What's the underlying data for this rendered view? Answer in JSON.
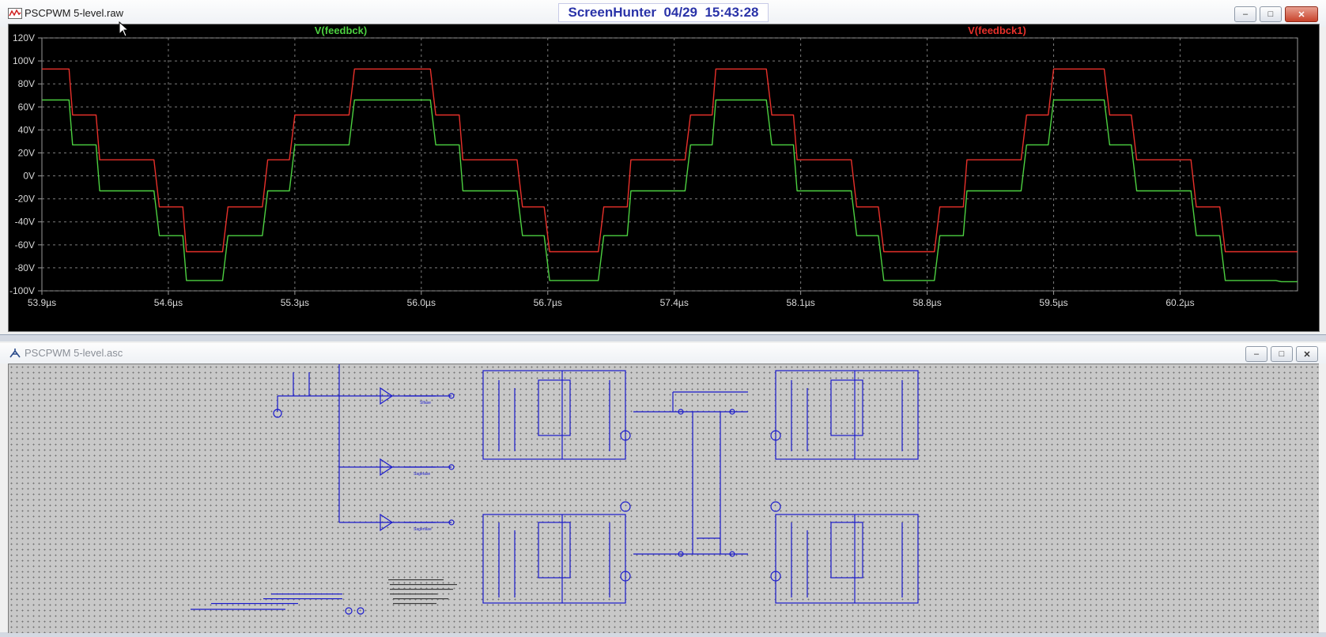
{
  "screen_stamp": {
    "app": "ScreenHunter",
    "date": "04/29",
    "time": "15:43:28"
  },
  "waveform_window": {
    "title": "PSCPWM 5-level.raw",
    "icon": "waveform-icon",
    "buttons": [
      "minimize-icon",
      "maximize-icon",
      "close-icon"
    ]
  },
  "schematic_window": {
    "title": "PSCPWM 5-level.asc",
    "icon": "schematic-icon",
    "buttons": [
      "minimize-icon",
      "maximize-icon",
      "close-icon"
    ],
    "net_labels": [
      "Slfase",
      "Sagefase",
      "Sagerfase"
    ]
  },
  "chart_data": {
    "type": "line",
    "title": "",
    "xlabel": "",
    "ylabel": "",
    "grid": true,
    "xlim": [
      53.9,
      60.85
    ],
    "ylim": [
      -100,
      120
    ],
    "x_ticks": [
      "53.9µs",
      "54.6µs",
      "55.3µs",
      "56.0µs",
      "56.7µs",
      "57.4µs",
      "58.1µs",
      "58.8µs",
      "59.5µs",
      "60.2µs"
    ],
    "x_tick_values": [
      53.9,
      54.6,
      55.3,
      56.0,
      56.7,
      57.4,
      58.1,
      58.8,
      59.5,
      60.2
    ],
    "y_ticks": [
      "120V",
      "100V",
      "80V",
      "60V",
      "40V",
      "20V",
      "0V",
      "-20V",
      "-40V",
      "-60V",
      "-80V",
      "-100V"
    ],
    "y_tick_values": [
      120,
      100,
      80,
      60,
      40,
      20,
      0,
      -20,
      -40,
      -60,
      -80,
      -100
    ],
    "series": [
      {
        "name": "V(feedbck)",
        "color": "#4cd040",
        "x": [
          53.9,
          54.05,
          54.07,
          54.2,
          54.22,
          54.52,
          54.55,
          54.68,
          54.7,
          54.9,
          54.93,
          55.12,
          55.15,
          55.27,
          55.3,
          55.6,
          55.63,
          55.76,
          55.78,
          56.05,
          56.08,
          56.21,
          56.23,
          56.53,
          56.56,
          56.68,
          56.71,
          56.98,
          57.01,
          57.14,
          57.16,
          57.46,
          57.49,
          57.61,
          57.63,
          57.91,
          57.94,
          58.06,
          58.08,
          58.38,
          58.41,
          58.53,
          58.56,
          58.84,
          58.87,
          59.0,
          59.02,
          59.32,
          59.35,
          59.47,
          59.5,
          59.78,
          59.81,
          59.93,
          59.96,
          60.26,
          60.29,
          60.42,
          60.45,
          60.73,
          60.76,
          60.85
        ],
        "y": [
          66,
          66,
          27,
          27,
          -13,
          -13,
          -52,
          -52,
          -91,
          -91,
          -52,
          -52,
          -13,
          -13,
          27,
          27,
          66,
          66,
          66,
          66,
          27,
          27,
          -13,
          -13,
          -52,
          -52,
          -91,
          -91,
          -52,
          -52,
          -13,
          -13,
          27,
          27,
          66,
          66,
          27,
          27,
          -13,
          -13,
          -52,
          -52,
          -91,
          -91,
          -52,
          -52,
          -13,
          -13,
          27,
          27,
          66,
          66,
          27,
          27,
          -13,
          -13,
          -52,
          -52,
          -91,
          -91,
          -92,
          -92
        ]
      },
      {
        "name": "V(feedbck1)",
        "color": "#e8302a",
        "x": [
          53.9,
          54.05,
          54.07,
          54.2,
          54.22,
          54.52,
          54.55,
          54.68,
          54.7,
          54.9,
          54.93,
          55.12,
          55.15,
          55.27,
          55.3,
          55.6,
          55.63,
          55.76,
          55.78,
          56.05,
          56.08,
          56.21,
          56.23,
          56.53,
          56.56,
          56.68,
          56.71,
          56.98,
          57.01,
          57.14,
          57.16,
          57.46,
          57.49,
          57.61,
          57.63,
          57.91,
          57.94,
          58.06,
          58.08,
          58.38,
          58.41,
          58.53,
          58.56,
          58.84,
          58.87,
          59.0,
          59.02,
          59.32,
          59.35,
          59.47,
          59.5,
          59.78,
          59.81,
          59.93,
          59.96,
          60.26,
          60.29,
          60.42,
          60.45,
          60.73,
          60.76,
          60.85
        ],
        "y": [
          93,
          93,
          53,
          53,
          14,
          14,
          -27,
          -27,
          -66,
          -66,
          -27,
          -27,
          14,
          14,
          53,
          53,
          93,
          93,
          93,
          93,
          53,
          53,
          14,
          14,
          -27,
          -27,
          -66,
          -66,
          -27,
          -27,
          14,
          14,
          53,
          53,
          93,
          93,
          53,
          53,
          14,
          14,
          -27,
          -27,
          -66,
          -66,
          -27,
          -27,
          14,
          14,
          53,
          53,
          93,
          93,
          53,
          53,
          14,
          14,
          -27,
          -27,
          -66,
          -66,
          -66,
          -66
        ]
      }
    ]
  }
}
